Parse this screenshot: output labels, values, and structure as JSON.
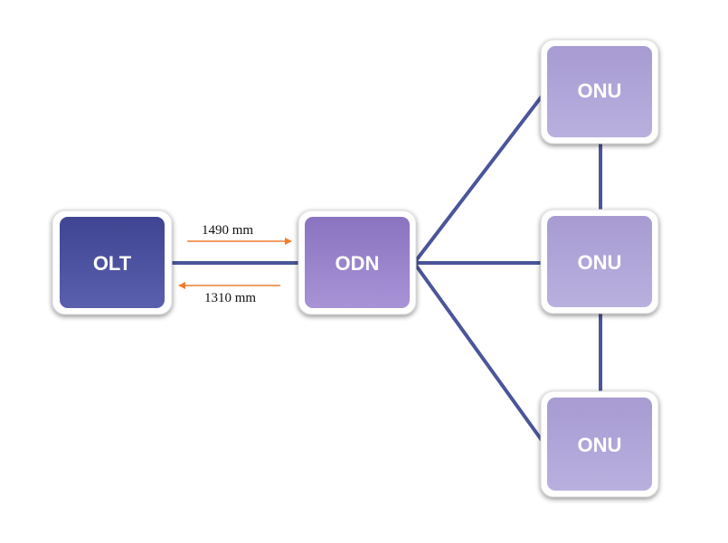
{
  "nodes": {
    "olt": {
      "label": "OLT"
    },
    "odn": {
      "label": "ODN"
    },
    "onu_top": {
      "label": "ONU"
    },
    "onu_middle": {
      "label": "ONU"
    },
    "onu_bottom": {
      "label": "ONU"
    }
  },
  "links": {
    "downstream": {
      "label": "1490 mm"
    },
    "upstream": {
      "label": "1310 mm"
    }
  },
  "colors": {
    "olt_fill": "#4a4f9c",
    "odn_fill": "#9a84cc",
    "onu_fill": "#b0a6d8",
    "connector": "#4b559a",
    "arrow": "#ee7d30",
    "frame": "#ffffff"
  }
}
